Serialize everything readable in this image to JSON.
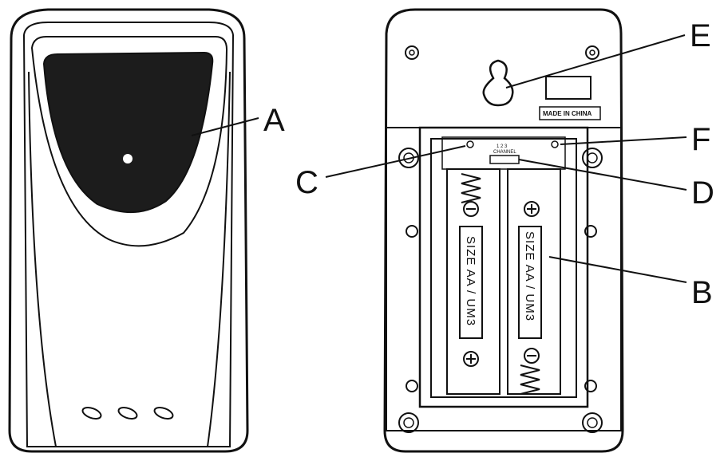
{
  "callouts": {
    "a": "A",
    "b": "B",
    "c": "C",
    "d": "D",
    "e": "E",
    "f": "F"
  },
  "back_panel": {
    "made_in": "MADE IN CHINA",
    "channel_label": "CHANNEL",
    "channel_numbers": "1  2  3"
  },
  "battery_slots": [
    {
      "label": "SIZE AA / UM3"
    },
    {
      "label": "SIZE AA / UM3"
    }
  ]
}
